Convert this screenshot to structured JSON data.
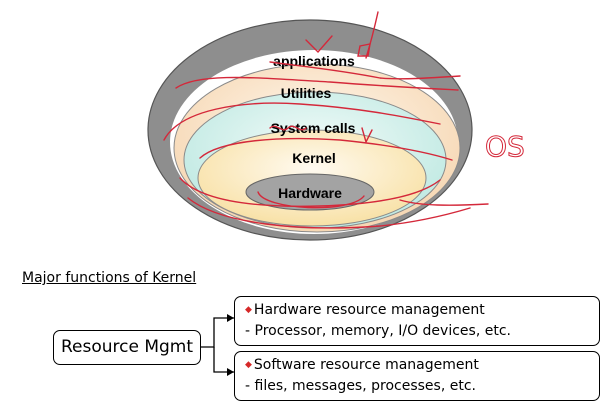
{
  "diagram": {
    "layers": [
      "applications",
      "Utilities",
      "System calls",
      "Kernel",
      "Hardware"
    ],
    "annotation": "OS"
  },
  "kernel_functions": {
    "title": "Major functions of Kernel",
    "root": "Resource Mgmt",
    "hardware": {
      "heading": "Hardware resource management",
      "detail": "- Processor, memory, I/O devices, etc."
    },
    "software": {
      "heading": "Software resource management",
      "detail": "- files, messages, processes, etc."
    }
  },
  "colors": {
    "outer_ring": "#8e8e8e",
    "utilities_layer": "#fdebd6",
    "syscalls_layer": "#d9f3ef",
    "kernel_layer": "#fcefc6",
    "hardware_core": "#a3a3a3",
    "annotation_ink": "#d4283a",
    "bullet": "#d62828"
  }
}
